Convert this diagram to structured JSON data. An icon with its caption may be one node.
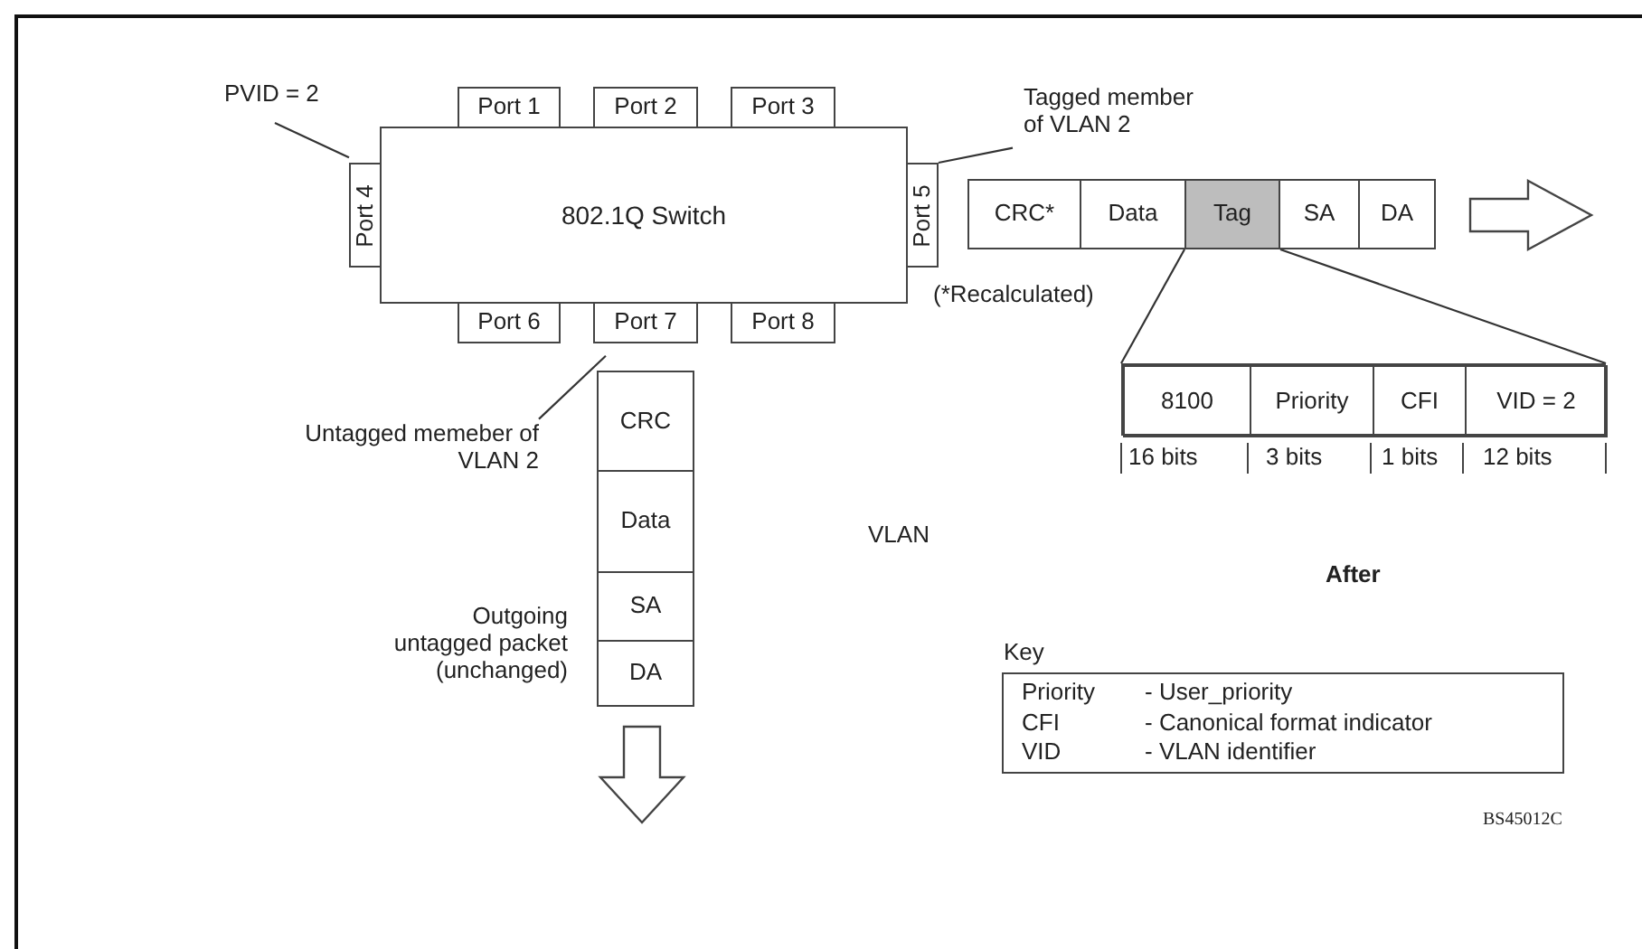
{
  "diagram": {
    "nodes": [
      {
        "text": [
          "802.1Q Switch"
        ]
      },
      {
        "text": [
          "Port 1"
        ]
      },
      {
        "text": [
          "Port 2"
        ]
      },
      {
        "text": [
          "Port 3"
        ]
      },
      {
        "text": [
          "Port 4"
        ]
      },
      {
        "text": [
          "Port 5"
        ]
      },
      {
        "text": [
          "Port 6"
        ]
      },
      {
        "text": [
          "Port 7"
        ]
      },
      {
        "text": [
          "Port 8"
        ]
      },
      {
        "text": [
          "PVID = 2"
        ]
      },
      {
        "text": [
          "Tagged member of VLAN 2"
        ]
      },
      {
        "text": [
          "Untagged memeber of VLAN 2"
        ]
      },
      {
        "text": [
          "CRC*"
        ]
      },
      {
        "text": [
          "Data"
        ]
      },
      {
        "text": [
          "Tag"
        ]
      },
      {
        "text": [
          "SA"
        ]
      },
      {
        "text": [
          "DA"
        ]
      },
      {
        "text": [],
        "shape": "box"
      },
      {
        "text": [
          "8100"
        ],
        "in": 17
      },
      {
        "text": [
          "Priority"
        ],
        "in": 17
      },
      {
        "text": [
          "CFI"
        ],
        "in": 17
      },
      {
        "text": [
          "VID = 2"
        ],
        "in": 17
      },
      {
        "text": [
          "CRC"
        ]
      },
      {
        "text": [
          "Data"
        ]
      },
      {
        "text": [
          "SA"
        ]
      },
      {
        "text": [
          "DA"
        ]
      },
      {
        "text": [
          "Priority",
          "- User_priority",
          "CFI",
          "- Canonical format indicator",
          "VID",
          "- VLAN identifier"
        ],
        "beside": [
          "Key"
        ]
      }
    ],
    "edges": [
      {
        "from": 9,
        "to": 4,
        "arrow": "none"
      },
      {
        "from": 10,
        "to": 5,
        "arrow": "none"
      },
      {
        "from": 11,
        "to": 7,
        "arrow": "none"
      },
      {
        "from": 14,
        "to": 17,
        "arrow": "none"
      },
      {
        "from": 14,
        "to": 17,
        "arrow": "none"
      }
    ],
    "labels": [
      "(*Recalculated)",
      "16 bits",
      "3 bits",
      "1 bits",
      "12 bits",
      "VLAN",
      "After",
      "Outgoing untagged packet (unchanged)",
      "BS45012C"
    ]
  }
}
